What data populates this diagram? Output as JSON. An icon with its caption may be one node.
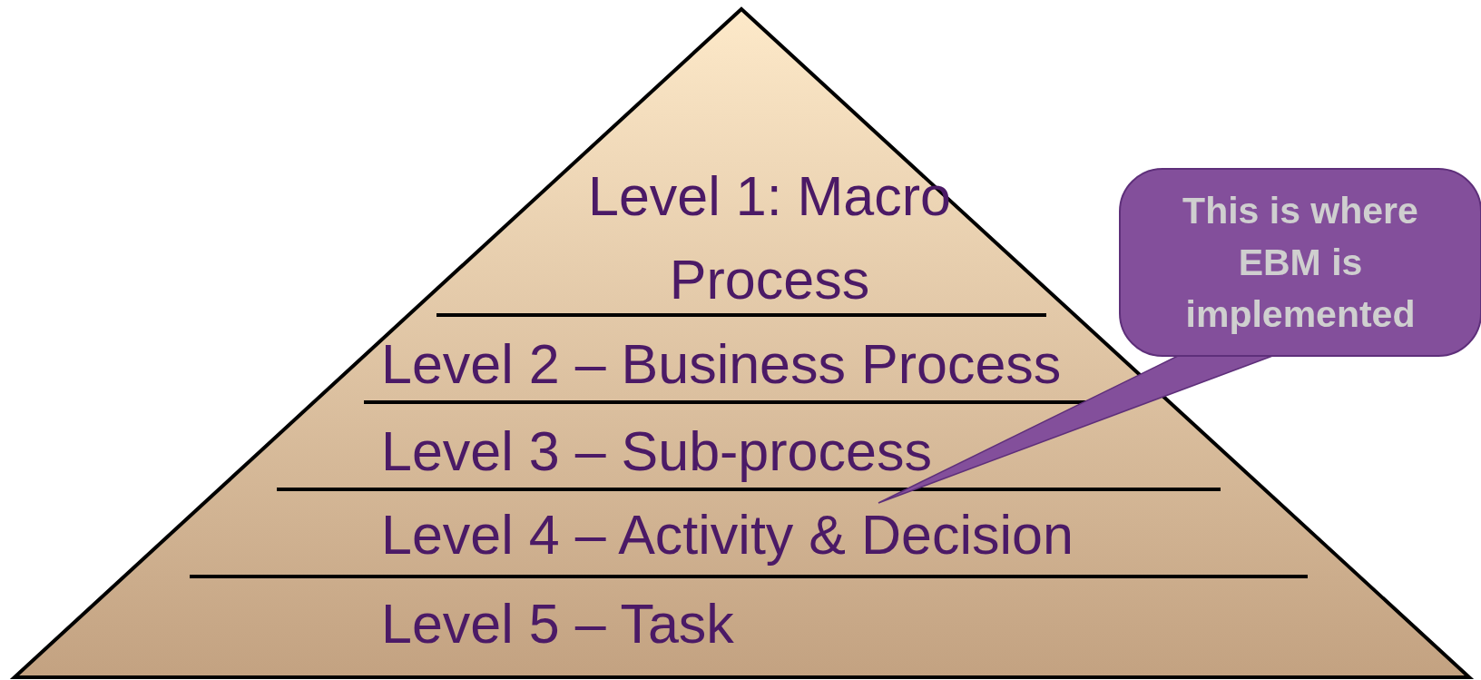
{
  "diagram": {
    "nodes": [
      {
        "text": [
          "Level 1: Macro Process"
        ]
      },
      {
        "text": [
          "Level 2 – Business Process"
        ]
      },
      {
        "text": [
          "Level 3 – Sub-process"
        ]
      },
      {
        "text": [
          "Level 4 – Activity & Decision"
        ]
      },
      {
        "text": [
          "Level 5 – Task"
        ]
      },
      {
        "text": [
          "This is where EBM is implemented"
        ]
      }
    ],
    "edges": [
      {
        "from": 5,
        "to": 3,
        "arrow": "none"
      }
    ]
  }
}
